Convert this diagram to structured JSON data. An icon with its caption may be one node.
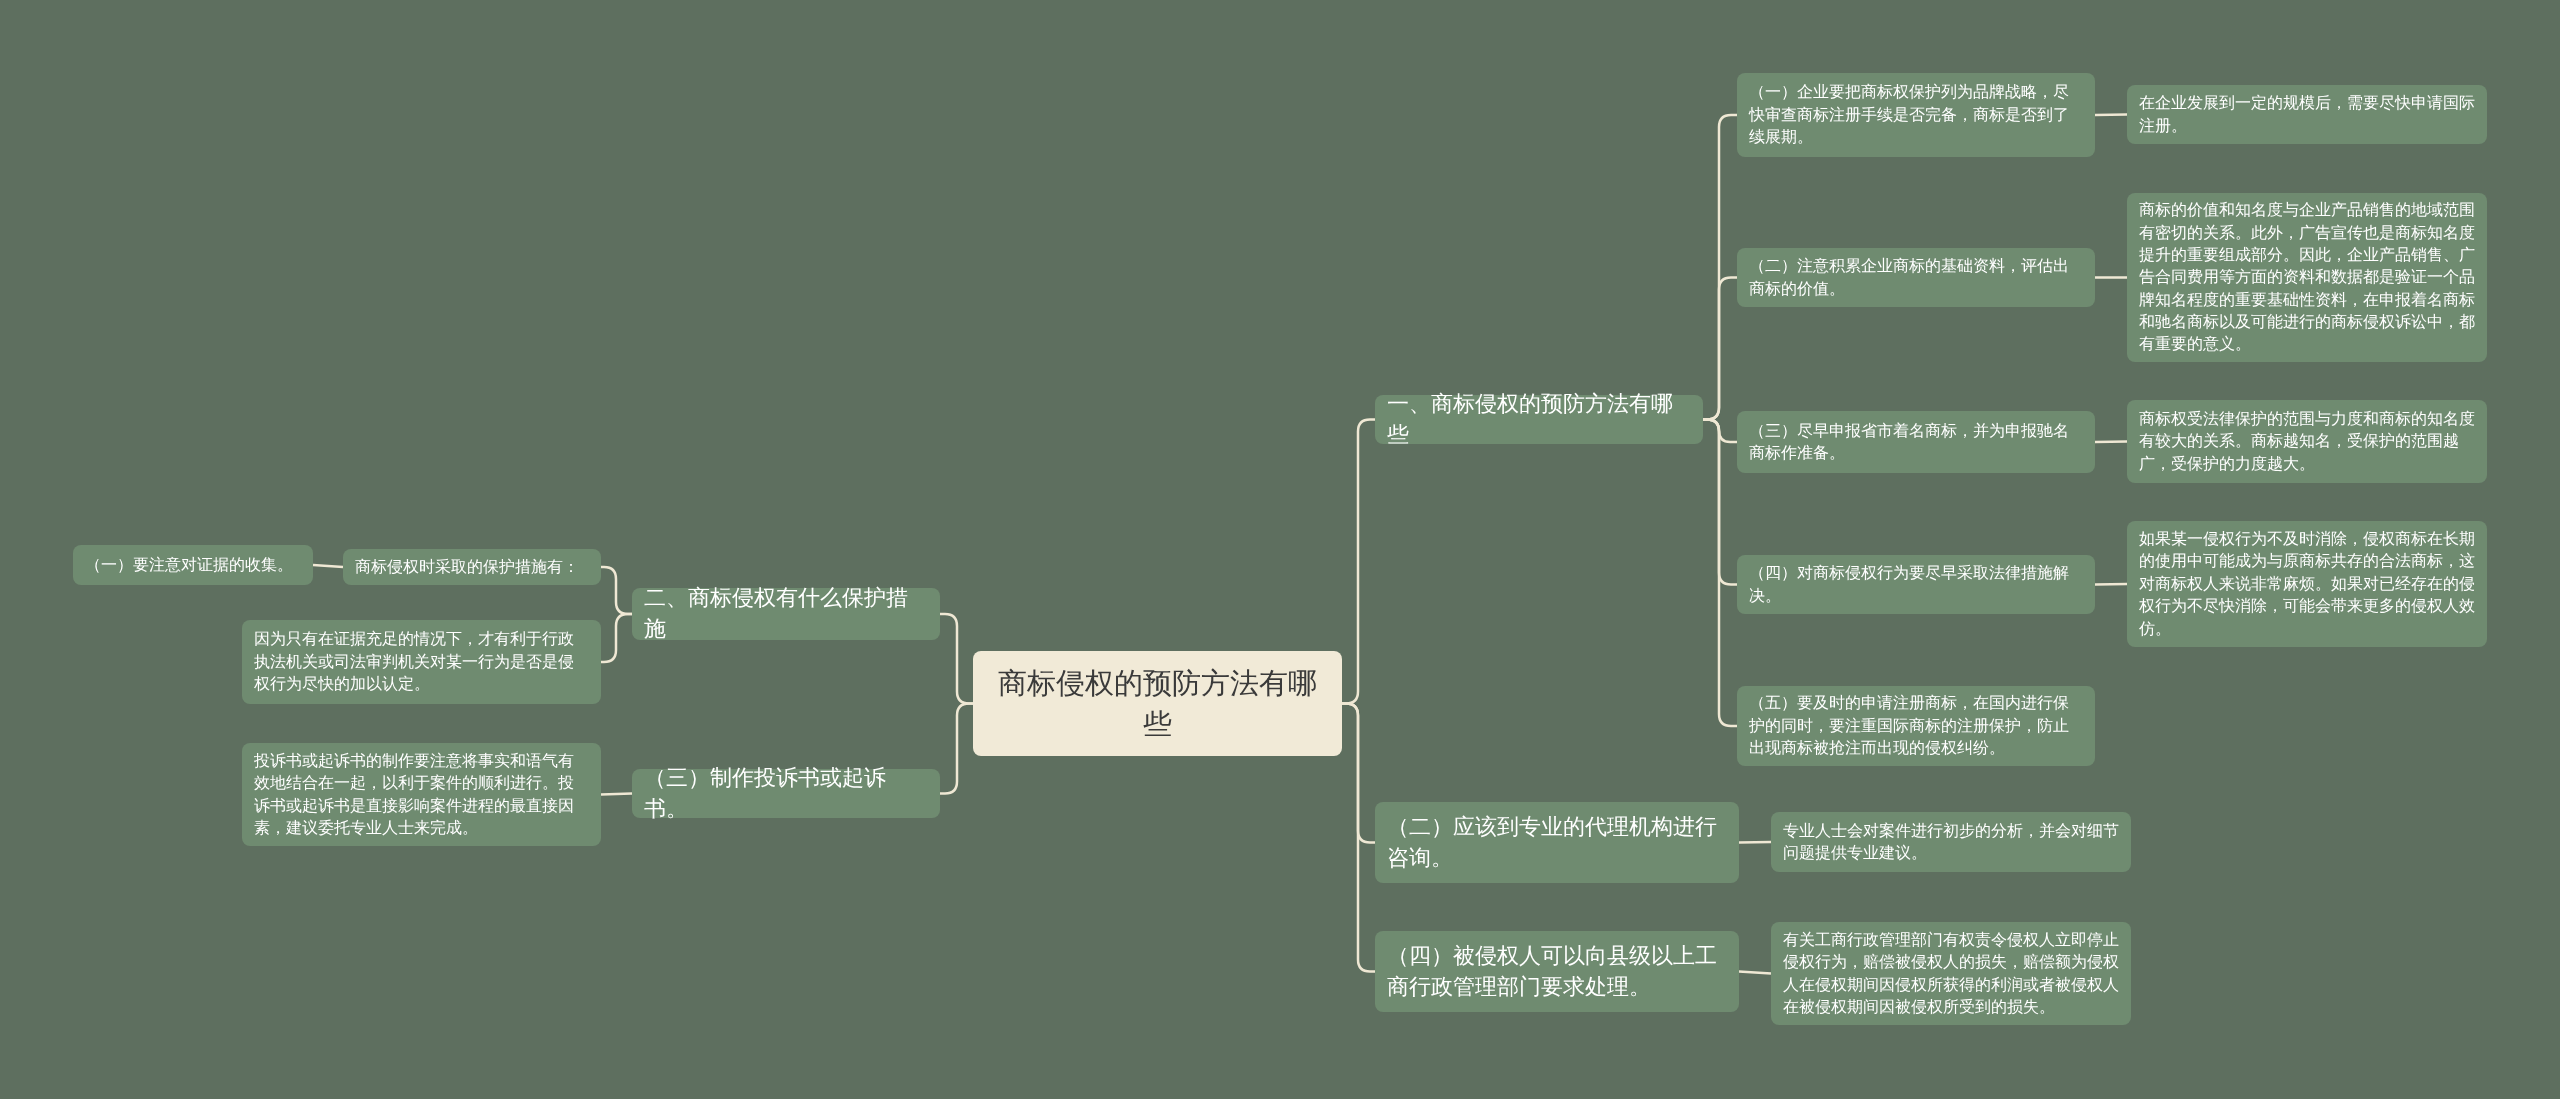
{
  "diagram": {
    "nodes": [
      {
        "text": [
          "商标侵权的预防方法有哪些"
        ]
      },
      {
        "text": [
          "一、商标侵权的预防方法有哪些"
        ]
      },
      {
        "text": [
          "（一）企业要把商标权保护列为品牌战略，尽快审查商标注册手续是否完备，商标是否到了续展期。"
        ]
      },
      {
        "text": [
          "在企业发展到一定的规模后，需要尽快申请国际注册。"
        ]
      },
      {
        "text": [
          "（二）注意积累企业商标的基础资料，评估出商标的价值。"
        ]
      },
      {
        "text": [
          "商标的价值和知名度与企业产品销售的地域范围有密切的关系。此外，广告宣传也是商标知名度提升的重要组成部分。因此，企业产品销售、广告合同费用等方面的资料和数据都是验证一个品牌知名程度的重要基础性资料，在申报着名商标和驰名商标以及可能进行的商标侵权诉讼中，都有重要的意义。"
        ]
      },
      {
        "text": [
          "（三）尽早申报省市着名商标，并为申报驰名商标作准备。"
        ]
      },
      {
        "text": [
          "商标权受法律保护的范围与力度和商标的知名度有较大的关系。商标越知名，受保护的范围越广，受保护的力度越大。"
        ]
      },
      {
        "text": [
          "（四）对商标侵权行为要尽早采取法律措施解决。"
        ]
      },
      {
        "text": [
          "如果某一侵权行为不及时消除，侵权商标在长期的使用中可能成为与原商标共存的合法商标，这对商标权人来说非常麻烦。如果对已经存在的侵权行为不尽快消除，可能会带来更多的侵权人效仿。"
        ]
      },
      {
        "text": [
          "（五）要及时的申请注册商标，在国内进行保护的同时，要注重国际商标的注册保护，防止出现商标被抢注而出现的侵权纠纷。"
        ]
      },
      {
        "text": [
          "（二）应该到专业的代理机构进行咨询。"
        ]
      },
      {
        "text": [
          "专业人士会对案件进行初步的分析，并会对细节问题提供专业建议。"
        ]
      },
      {
        "text": [
          "（四）被侵权人可以向县级以上工商行政管理部门要求处理。"
        ]
      },
      {
        "text": [
          "有关工商行政管理部门有权责令侵权人立即停止侵权行为，赔偿被侵权人的损失，赔偿额为侵权人在侵权期间因侵权所获得的利润或者被侵权人在被侵权期间因被侵权所受到的损失。"
        ]
      },
      {
        "text": [
          "二、商标侵权有什么保护措施"
        ]
      },
      {
        "text": [
          "商标侵权时采取的保护措施有："
        ]
      },
      {
        "text": [
          "（一）要注意对证据的收集。"
        ]
      },
      {
        "text": [
          "因为只有在证据充足的情况下，才有利于行政执法机关或司法审判机关对某一行为是否是侵权行为尽快的加以认定。"
        ]
      },
      {
        "text": [
          "（三）制作投诉书或起诉书。"
        ]
      },
      {
        "text": [
          "投诉书或起诉书的制作要注意将事实和语气有效地结合在一起，以利于案件的顺利进行。投诉书或起诉书是直接影响案件进程的最直接因素，建议委托专业人士来完成。"
        ]
      }
    ],
    "edges": [
      {
        "from": 0,
        "to": 1,
        "arrow": "none"
      },
      {
        "from": 1,
        "to": 2,
        "arrow": "none"
      },
      {
        "from": 2,
        "to": 3,
        "arrow": "none"
      },
      {
        "from": 1,
        "to": 4,
        "arrow": "none"
      },
      {
        "from": 4,
        "to": 5,
        "arrow": "none"
      },
      {
        "from": 1,
        "to": 6,
        "arrow": "none"
      },
      {
        "from": 6,
        "to": 7,
        "arrow": "none"
      },
      {
        "from": 1,
        "to": 8,
        "arrow": "none"
      },
      {
        "from": 8,
        "to": 9,
        "arrow": "none"
      },
      {
        "from": 1,
        "to": 10,
        "arrow": "none"
      },
      {
        "from": 0,
        "to": 11,
        "arrow": "none"
      },
      {
        "from": 11,
        "to": 12,
        "arrow": "none"
      },
      {
        "from": 0,
        "to": 13,
        "arrow": "none"
      },
      {
        "from": 13,
        "to": 14,
        "arrow": "none"
      },
      {
        "from": 0,
        "to": 15,
        "arrow": "none"
      },
      {
        "from": 15,
        "to": 16,
        "arrow": "none"
      },
      {
        "from": 16,
        "to": 17,
        "arrow": "none"
      },
      {
        "from": 15,
        "to": 18,
        "arrow": "none"
      },
      {
        "from": 0,
        "to": 19,
        "arrow": "none"
      },
      {
        "from": 19,
        "to": 20,
        "arrow": "none"
      }
    ]
  }
}
